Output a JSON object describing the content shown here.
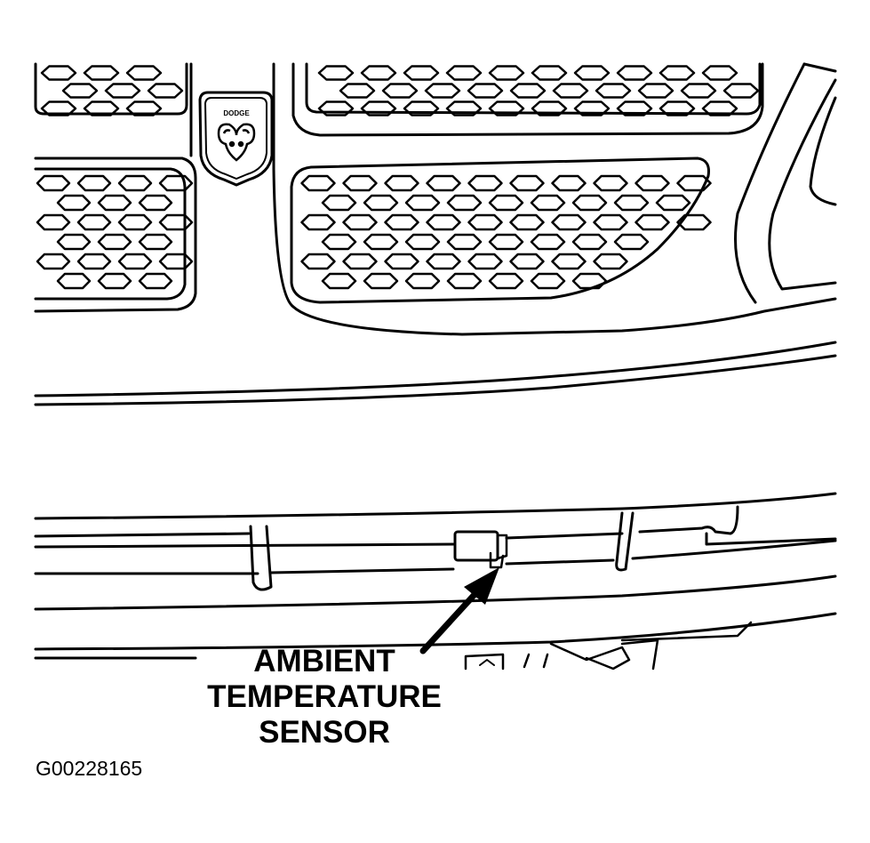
{
  "badge": {
    "text": "DODGE"
  },
  "callout": {
    "lines": [
      "AMBIENT",
      "TEMPERATURE",
      "SENSOR"
    ]
  },
  "figure_id": "G00228165",
  "icons": [
    "ram-head-logo-icon",
    "callout-arrow-icon"
  ]
}
